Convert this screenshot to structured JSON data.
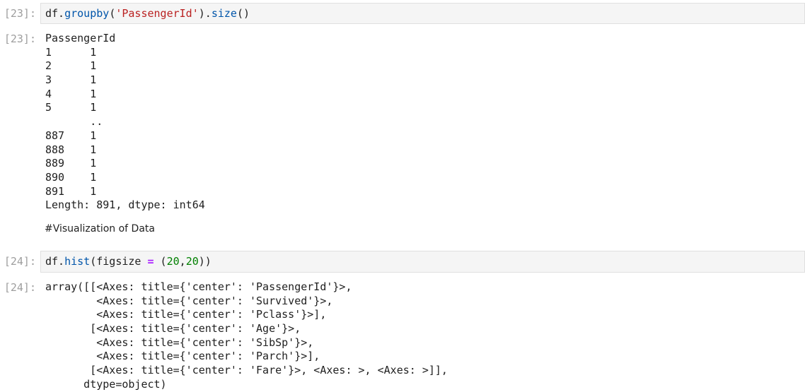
{
  "cells": [
    {
      "in_prompt": "[23]:",
      "code": {
        "obj": "df.",
        "fn": "groupby",
        "open": "(",
        "str": "'PassengerId'",
        "close": ").",
        "fn2": "size",
        "end": "()"
      },
      "out_prompt": "[23]:",
      "output_lines": [
        "PassengerId",
        "1      1",
        "2      1",
        "3      1",
        "4      1",
        "5      1",
        "       ..",
        "887    1",
        "888    1",
        "889    1",
        "890    1",
        "891    1",
        "Length: 891, dtype: int64"
      ]
    },
    {
      "markdown": "#Visualization of Data"
    },
    {
      "in_prompt": "[24]:",
      "code": {
        "obj": "df.",
        "fn": "hist",
        "open": "(figsize ",
        "op": "=",
        "mid": " (",
        "n1": "20",
        "comma": ",",
        "n2": "20",
        "end": "))"
      },
      "out_prompt": "[24]:",
      "output_lines": [
        "array([[<Axes: title={'center': 'PassengerId'}>,",
        "        <Axes: title={'center': 'Survived'}>,",
        "        <Axes: title={'center': 'Pclass'}>],",
        "       [<Axes: title={'center': 'Age'}>,",
        "        <Axes: title={'center': 'SibSp'}>,",
        "        <Axes: title={'center': 'Parch'}>],",
        "       [<Axes: title={'center': 'Fare'}>, <Axes: >, <Axes: >]],",
        "      dtype=object)"
      ]
    }
  ]
}
